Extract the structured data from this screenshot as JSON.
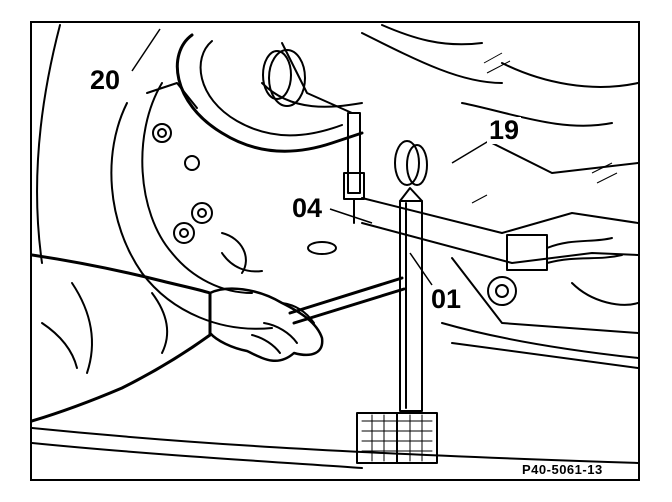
{
  "figure": {
    "callouts": {
      "c20": "20",
      "c19": "19",
      "c04": "04",
      "c01": "01"
    },
    "reference": "P40-5061-13"
  }
}
